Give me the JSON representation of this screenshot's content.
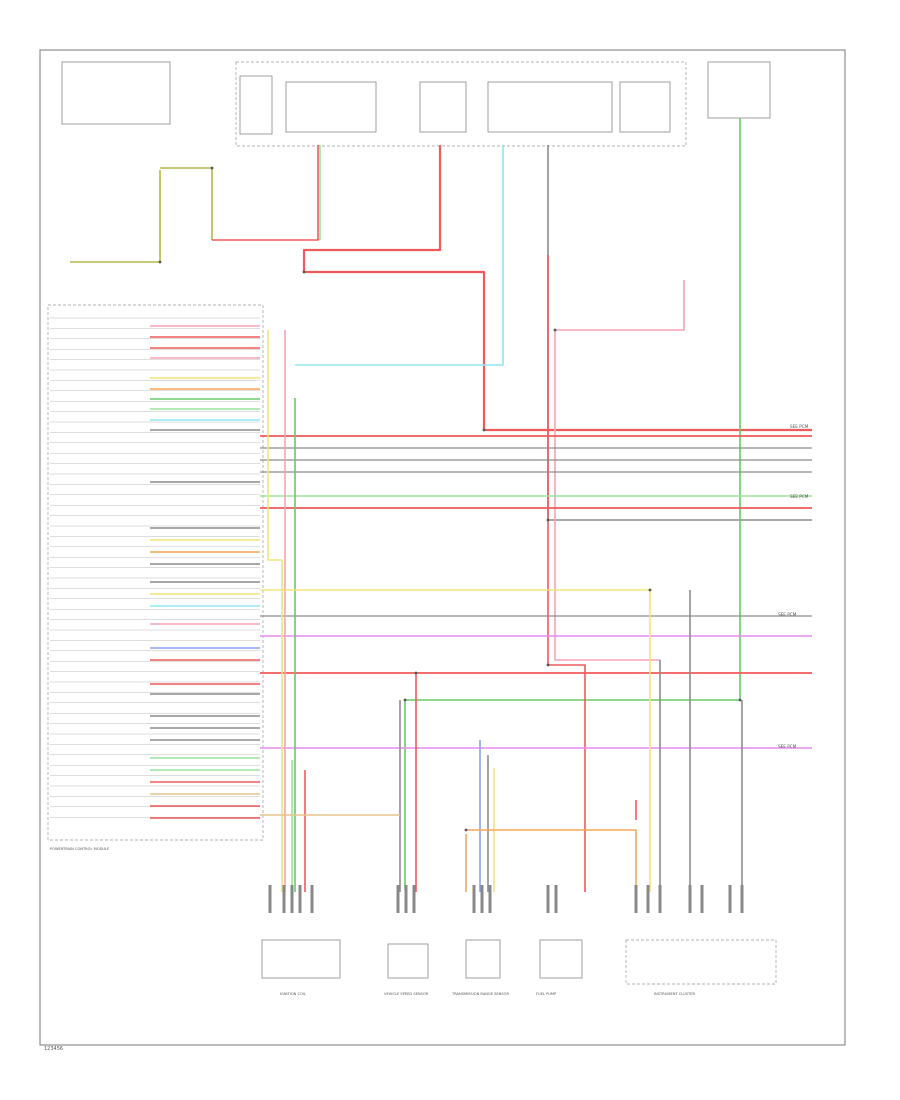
{
  "colors": {
    "red": "#f05a5a",
    "pink": "#f7a4b4",
    "green": "#66cc66",
    "lightgreen": "#9be39b",
    "yellow": "#f3e37a",
    "orange": "#f5a65a",
    "cyan": "#8ee8f0",
    "violet": "#e58cf0",
    "blue": "#8aa0f0",
    "gray": "#8c8c8c",
    "olive": "#b5b84a",
    "black": "#444444",
    "tan": "#e6c48c"
  },
  "diagram": {
    "footer_code": "123456",
    "right_label_1": "SEE PCM",
    "right_label_2": "SEE PCM",
    "right_label_3": "SEE PCM",
    "right_label_4": "SEE PCM",
    "pcm_label": "POWERTRAIN CONTROL MODULE",
    "bottom_labels": [
      "IGNITION COIL",
      "VEHICLE SPEED SENSOR",
      "TRANSMISSION RANGE SENSOR",
      "FUEL PUMP",
      "INSTRUMENT CLUSTER"
    ]
  }
}
